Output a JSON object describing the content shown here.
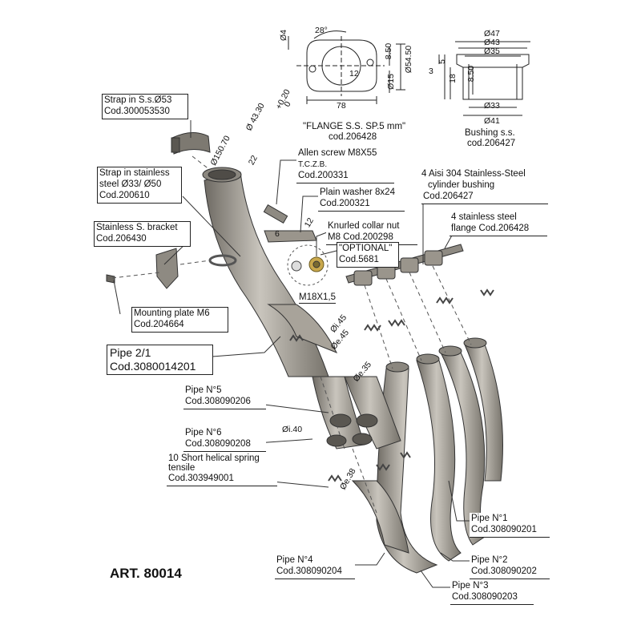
{
  "article": "ART. 80014",
  "flange": {
    "dims": {
      "angle": "28°",
      "hole": "Ø4",
      "r12": "12",
      "h850": "8.50",
      "d15": "Ø15",
      "d5450": "Ø54.50",
      "w78": "78"
    },
    "caption": "\"FLANGE S.S. SP.5 mm\"",
    "code": "cod.206428"
  },
  "bushing": {
    "dims": {
      "d47": "Ø47",
      "d43": "Ø43",
      "d35": "Ø35",
      "d33": "Ø33",
      "d41": "Ø41",
      "h3": "3",
      "h5": "5",
      "h18": "18",
      "h850": "8.50"
    },
    "caption": "Bushing s.s.",
    "code": "cod.206427"
  },
  "pipe_dims": {
    "d4330": "Ø 43.30",
    "tol_plus": "+0.20",
    "tol_zero": "0",
    "d15070": "Ø150.70",
    "n22": "22",
    "n6": "6",
    "n12": "12",
    "d145": "Øi.45",
    "de45": "Øe.45",
    "de35": "Øe.35",
    "di40": "Øi.40",
    "de38": "Øe.38"
  },
  "callouts": {
    "strap53": {
      "line1": "Strap in S.s.Ø53",
      "line2": "Cod.300053530"
    },
    "strap_ss": {
      "line1": "Strap in stainless",
      "line2": "steel  Ø33/ Ø50",
      "line3": "Cod.200610"
    },
    "bracket": {
      "line1": "Stainless S. bracket",
      "line2": "Cod.206430"
    },
    "allen": {
      "line1": "Allen screw M8X55",
      "line2": "T.C.Z.B.",
      "line3": "Cod.200331"
    },
    "washer": {
      "line1": "Plain washer 8x24",
      "line2": "Cod.200321"
    },
    "nut": {
      "line1": "Knurled collar nut",
      "line2": "M8 Cod.200298"
    },
    "optional": {
      "line1": "\"OPTIONAL\"",
      "line2": "Cod.5681"
    },
    "m18": "M18X1,5",
    "bushing4": {
      "line1": "4 Aisi 304 Stainless-Steel",
      "line2": "cylinder bushing",
      "line3": "Cod.206427"
    },
    "flange4": {
      "line1": "4 stainless steel",
      "line2": "flange Cod.206428"
    },
    "mounting": {
      "line1": "Mounting plate M6",
      "line2": "Cod.204664"
    },
    "pipe21": {
      "line1": "Pipe 2/1",
      "line2": "Cod.3080014201"
    },
    "pipe5": {
      "line1": "Pipe N°5",
      "line2": "Cod.308090206"
    },
    "pipe6": {
      "line1": "Pipe N°6",
      "line2": "Cod.308090208"
    },
    "springs": {
      "line1": "10 Short helical spring",
      "line2": "tensile",
      "line3": "Cod.303949001"
    },
    "pipe1": {
      "line1": "Pipe N°1",
      "line2": "Cod.308090201"
    },
    "pipe2": {
      "line1": "Pipe N°2",
      "line2": "Cod.308090202"
    },
    "pipe3": {
      "line1": "Pipe N°3",
      "line2": "Cod.308090203"
    },
    "pipe4": {
      "line1": "Pipe N°4",
      "line2": "Cod.308090204"
    }
  },
  "colors": {
    "metal": "#9a958c",
    "metal_dark": "#6e6a63",
    "metal_light": "#c9c5bd",
    "line": "#222222"
  }
}
